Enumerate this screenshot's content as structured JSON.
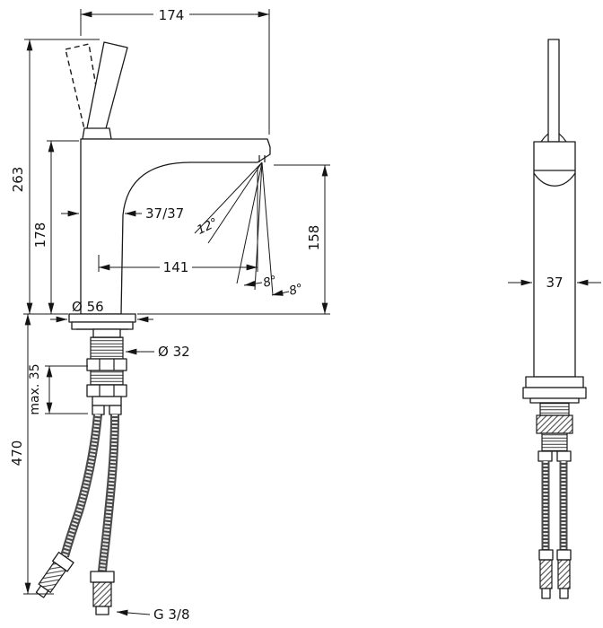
{
  "colors": {
    "ink": "#1a1a1a",
    "paper": "#ffffff"
  },
  "front": {
    "width_top": "174",
    "height_total": "263",
    "height_spout": "178",
    "body_section": "37/37",
    "spout_angle": "12°",
    "reach": "141",
    "spray_angle_a": "8°",
    "spray_angle_b": "8°",
    "outlet_height": "158",
    "base_diameter": "Ø 56",
    "shank_diameter": "Ø 32",
    "max_mount_thickness": "max. 35",
    "hose_length": "470",
    "thread_size": "G 3/8"
  },
  "side": {
    "body_width": "37"
  }
}
